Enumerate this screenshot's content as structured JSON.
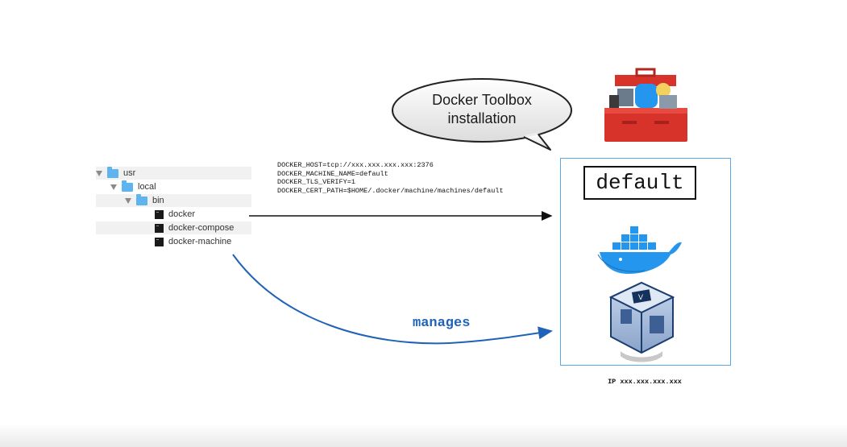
{
  "file_tree": [
    {
      "name": "usr",
      "kind": "folder",
      "expanded": true,
      "level": 0
    },
    {
      "name": "local",
      "kind": "folder",
      "expanded": true,
      "level": 1
    },
    {
      "name": "bin",
      "kind": "folder",
      "expanded": true,
      "level": 2
    },
    {
      "name": "docker",
      "kind": "executable",
      "level": 3
    },
    {
      "name": "docker-compose",
      "kind": "executable",
      "level": 3
    },
    {
      "name": "docker-machine",
      "kind": "executable",
      "level": 3
    }
  ],
  "env_vars": [
    "DOCKER_HOST=tcp://xxx.xxx.xxx.xxx:2376",
    "DOCKER_MACHINE_NAME=default",
    "DOCKER_TLS_VERIFY=1",
    "DOCKER_CERT_PATH=$HOME/.docker/machine/machines/default"
  ],
  "speech_bubble": {
    "line1": "Docker Toolbox",
    "line2": "installation"
  },
  "vm": {
    "name": "default",
    "ip": "IP xxx.xxx.xxx.xxx"
  },
  "arrow_label": "manages",
  "colors": {
    "accent_blue": "#1f63b8",
    "box_border": "#5aa9e6",
    "folder": "#5db4ef",
    "toolbox_red": "#d8332a",
    "docker_blue": "#2496ed"
  },
  "icons": [
    "toolbox-icon",
    "docker-whale-icon",
    "virtualbox-icon"
  ]
}
